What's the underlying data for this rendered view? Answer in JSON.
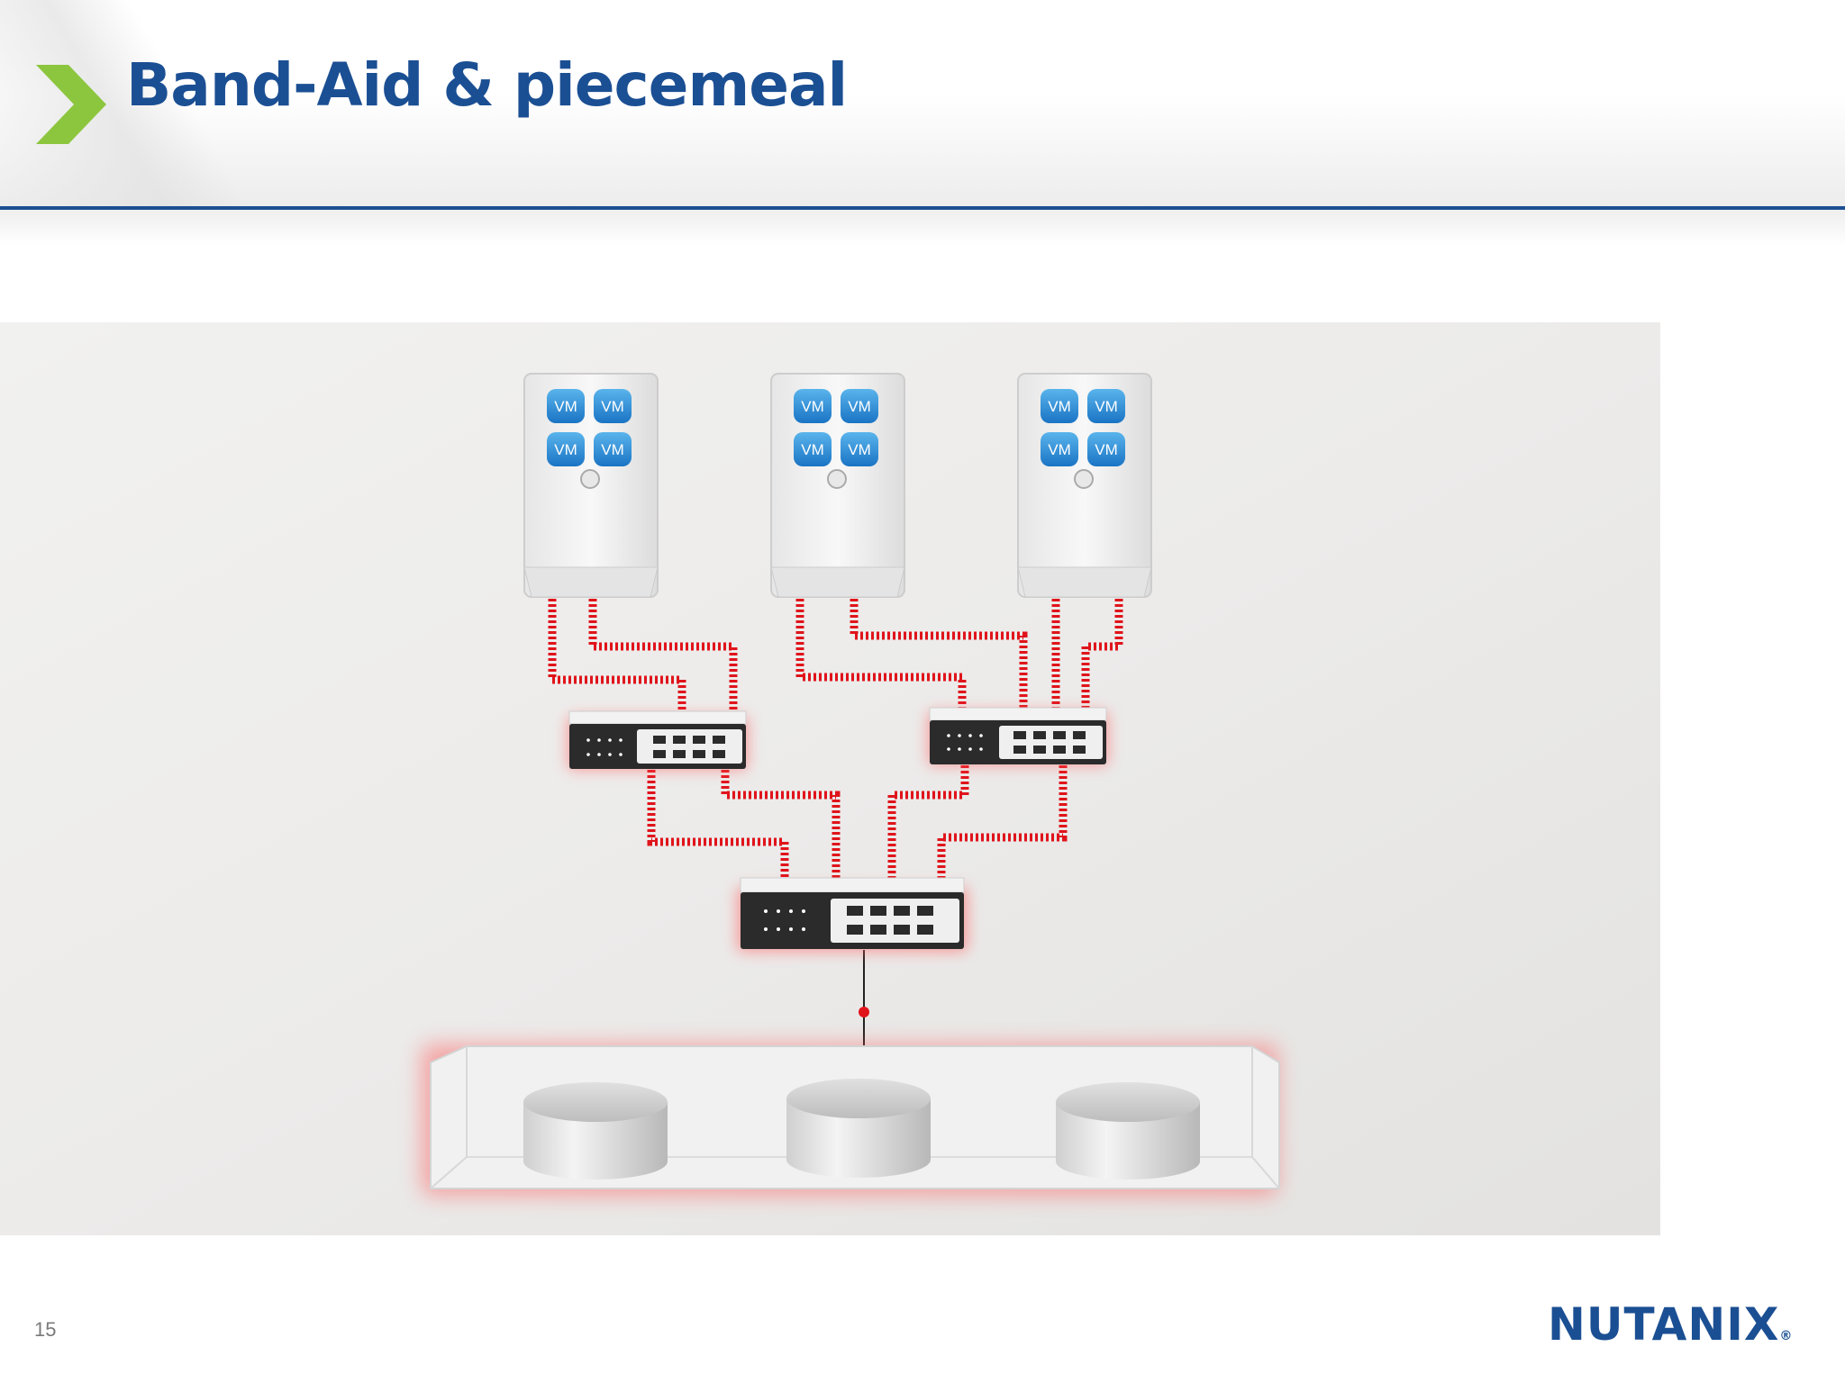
{
  "slide": {
    "title": "Band-Aid & piecemeal",
    "page_number": "15"
  },
  "logo": {
    "text": "NUTANIX",
    "registered_mark": "®",
    "color": "#1b4f93"
  },
  "colors": {
    "title_blue": "#1b4f93",
    "chevron_green": "#8cc63f",
    "cable_red": "#e0141b"
  },
  "diagram": {
    "vm_label": "VM",
    "servers": [
      {
        "vms": [
          "VM",
          "VM",
          "VM",
          "VM"
        ]
      },
      {
        "vms": [
          "VM",
          "VM",
          "VM",
          "VM"
        ]
      },
      {
        "vms": [
          "VM",
          "VM",
          "VM",
          "VM"
        ]
      }
    ],
    "switches": [
      "edge-switch-left",
      "edge-switch-right",
      "core-switch"
    ],
    "storage_disks": 3
  }
}
